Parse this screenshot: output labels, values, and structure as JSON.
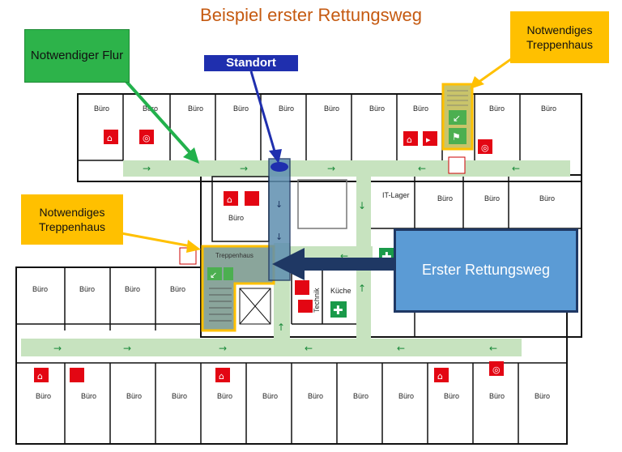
{
  "title": "Beispiel erster Rettungsweg",
  "callouts": {
    "flur": "Notwendiger Flur",
    "standort": "Standort",
    "treppenhaus_right": "Notwendiges Treppenhaus",
    "treppenhaus_left": "Notwendiges Treppenhaus",
    "rettungsweg": "Erster Rettungsweg"
  },
  "rooms": {
    "buero": "Büro",
    "it_lager": "IT-Lager",
    "kueche": "Küche",
    "technik": "Technik",
    "treppenhaus": "Treppenhaus"
  },
  "colors": {
    "title": "#c55a11",
    "corridor": "#c7e3bf",
    "flur_callout": "#2db34a",
    "standort": "#1f2fae",
    "treppenhaus_callout": "#ffc000",
    "rettungsweg_box": "#5b9bd5",
    "rettungsweg_arrow": "#1f3864",
    "fire_sign": "#e30613"
  },
  "icons": [
    "fire-extinguisher-icon",
    "fire-hose-icon",
    "fire-alarm-icon",
    "fire-blanket-icon",
    "first-aid-icon",
    "assembly-point-icon",
    "escape-sign-icon"
  ]
}
